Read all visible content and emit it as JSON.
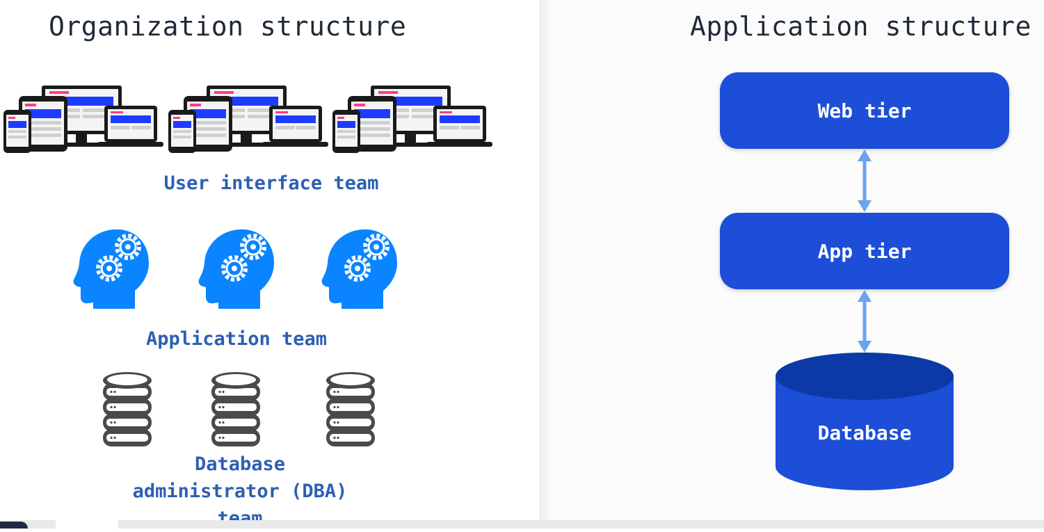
{
  "left_panel": {
    "title": "Organization structure",
    "teams": {
      "ui": {
        "label": "User interface team",
        "icon": "responsive-devices-icon"
      },
      "app": {
        "label": "Application team",
        "icon": "head-gears-icon"
      },
      "dba": {
        "label": "Database\nadministrator (DBA)\nteam",
        "icon": "server-stack-icon"
      }
    }
  },
  "right_panel": {
    "title": "Application structure",
    "tiers": {
      "web": "Web tier",
      "app": "App tier",
      "database": "Database"
    }
  },
  "colors": {
    "tier_blue": "#1d4ed8",
    "database_top": "#0b3aa6",
    "label_blue": "#2d5fb3",
    "icon_blue": "#0a84ff",
    "arrow_blue": "#6aa3f0",
    "server_gray": "#4a4a4a"
  }
}
